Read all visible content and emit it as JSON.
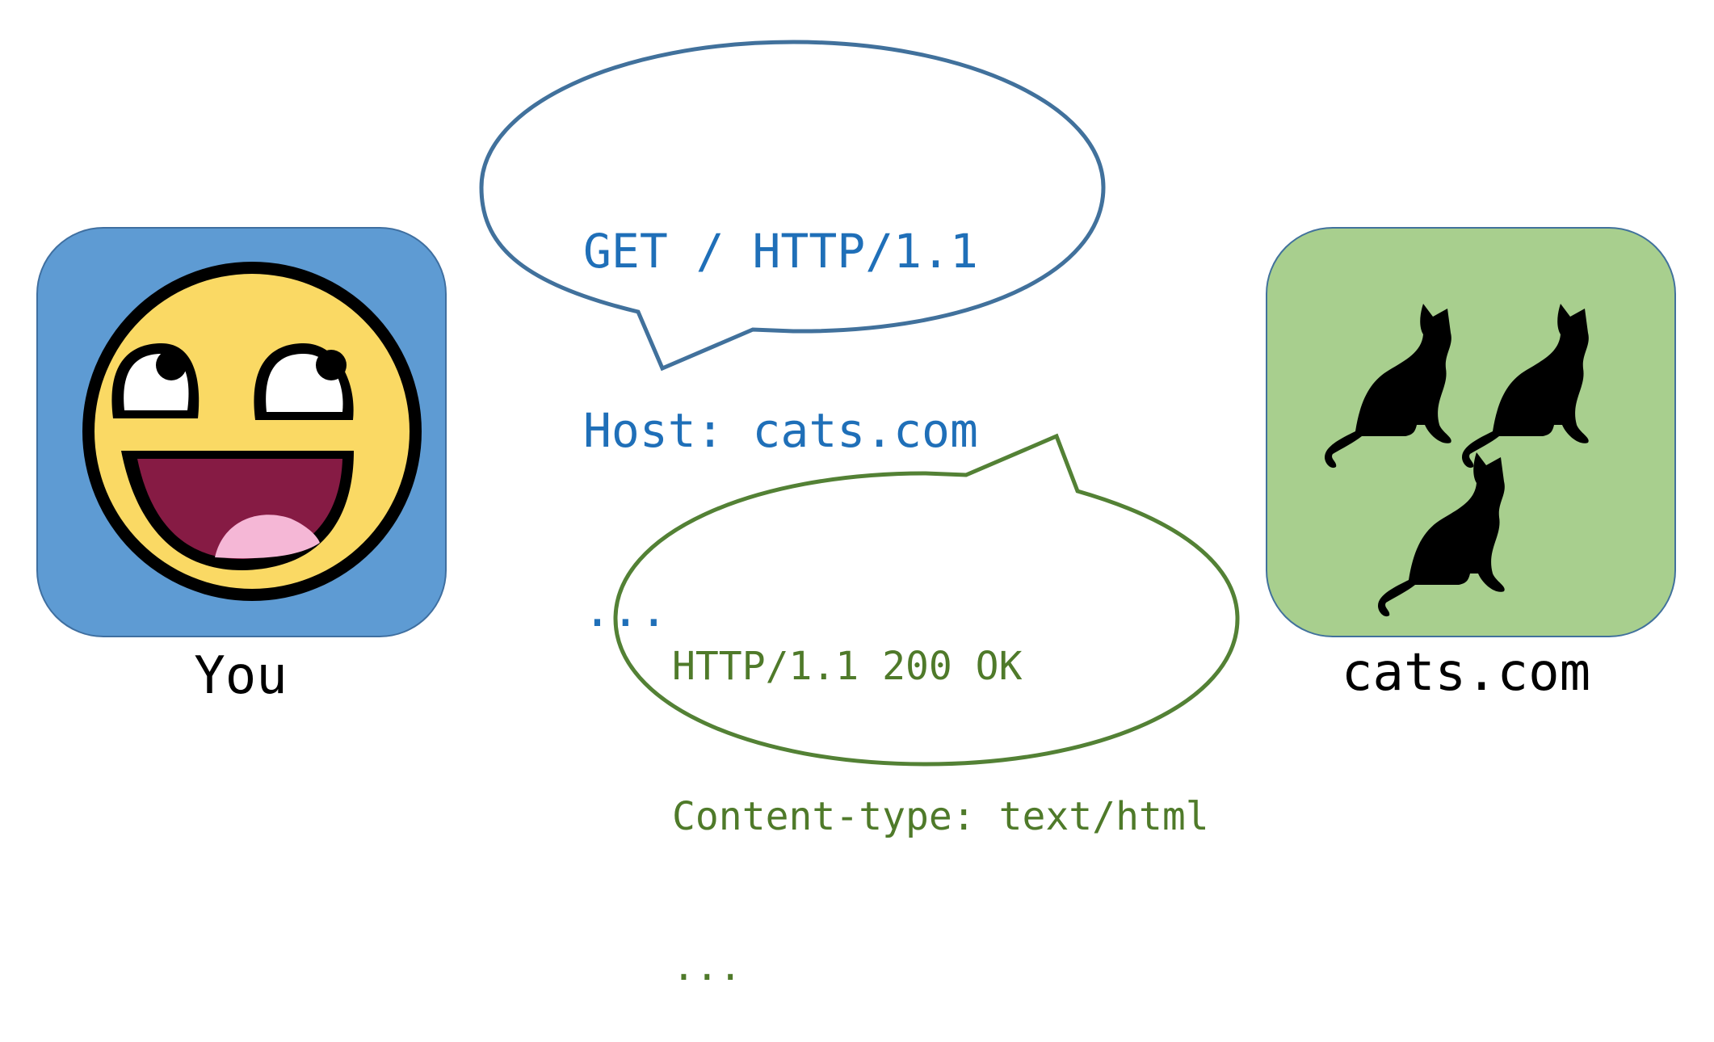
{
  "client": {
    "label": "You",
    "icon": "smiley-face-icon",
    "box_color": "#5e9bd3"
  },
  "server": {
    "label": "cats.com",
    "icon": "cats-icon",
    "box_color": "#a8cf8e"
  },
  "request": {
    "lines": [
      "GET / HTTP/1.1",
      "Host: cats.com",
      "..."
    ],
    "text_color": "#1f6fb8",
    "outline_color": "#41719c"
  },
  "response": {
    "lines": [
      "HTTP/1.1 200 OK",
      "Content-type: text/html",
      "..."
    ],
    "text_color": "#4f7a2a",
    "outline_color": "#538135"
  }
}
